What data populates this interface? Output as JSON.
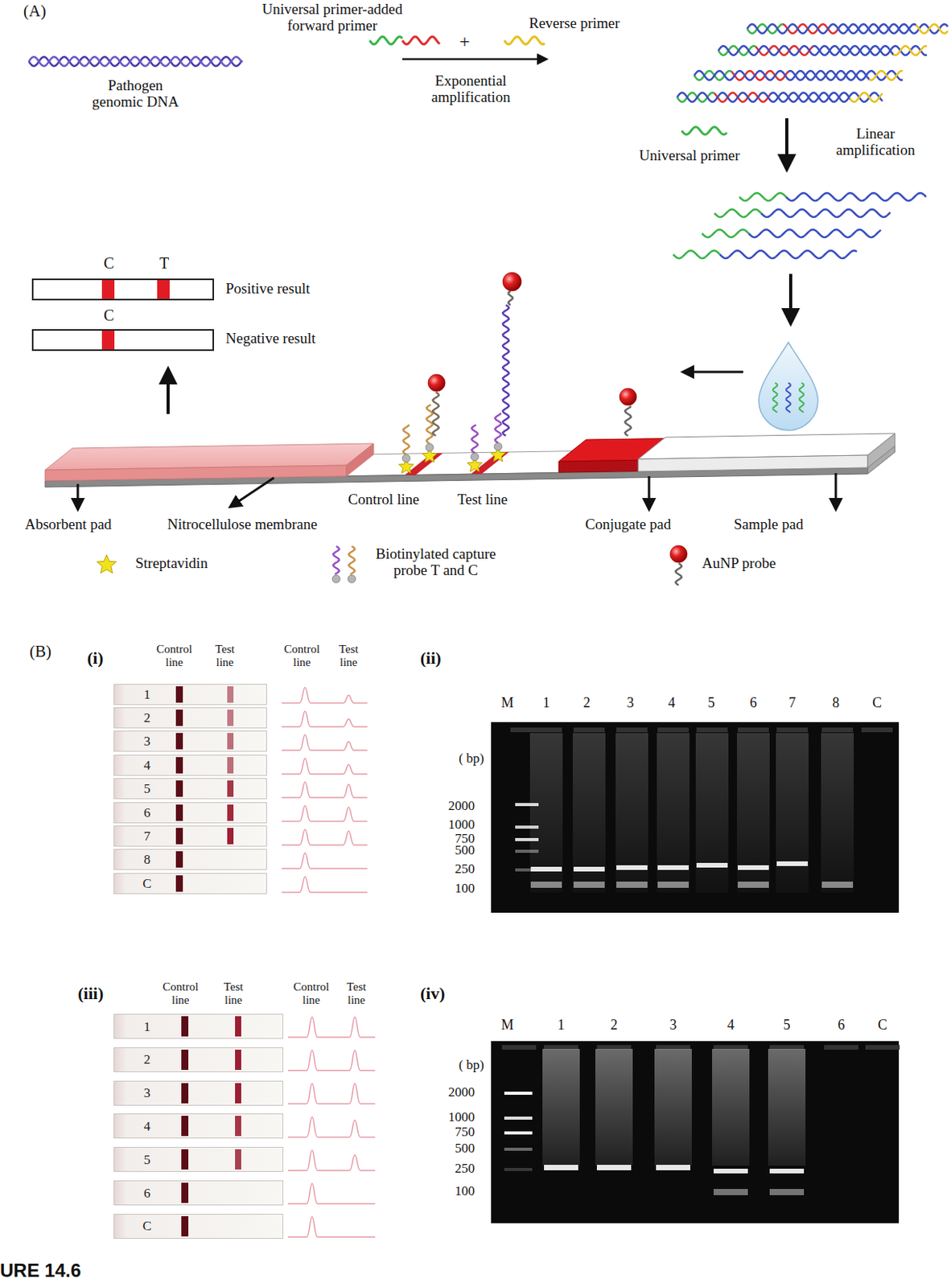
{
  "diagram": {
    "nodes": [
      {
        "text": [
          "1"
        ]
      },
      {
        "text": [
          "2"
        ]
      },
      {
        "text": [
          "3"
        ]
      },
      {
        "text": [
          "4"
        ]
      },
      {
        "text": [
          "5"
        ]
      },
      {
        "text": [
          "6"
        ]
      },
      {
        "text": [
          "7"
        ]
      },
      {
        "text": [
          "8"
        ]
      },
      {
        "text": [
          "C"
        ]
      },
      {
        "text": [
          "1"
        ]
      },
      {
        "text": [
          "2"
        ]
      },
      {
        "text": [
          "3"
        ]
      },
      {
        "text": [
          "4"
        ]
      },
      {
        "text": [
          "5"
        ]
      },
      {
        "text": [
          "6"
        ]
      },
      {
        "text": [
          "C"
        ]
      }
    ],
    "labels": [
      "(A)",
      "Universal primer-added forward primer",
      "+",
      "Reverse primer",
      "Pathogen genomic DNA",
      "Exponential amplification",
      "Universal primer",
      "Linear amplification",
      "C",
      "T",
      "Positive result",
      "C",
      "Negative result",
      "Control line",
      "Test line",
      "Absorbent pad",
      "Nitrocellulose membrane",
      "Conjugate pad",
      "Sample pad",
      "(B)",
      "(i)",
      "Control line",
      "Test line",
      "Control line",
      "Test line",
      "(ii)",
      "M",
      "1",
      "2",
      "3",
      "4",
      "5",
      "6",
      "7",
      "8",
      "C",
      "( bp)",
      "2000",
      "1000",
      "750",
      "500",
      "250",
      "100",
      "(iii)",
      "Control line",
      "Test line",
      "Control line",
      "Test line",
      "(iv)",
      "M",
      "1",
      "2",
      "3",
      "4",
      "5",
      "6",
      "C",
      "( bp)",
      "2000",
      "1000",
      "750",
      "500",
      "250",
      "100",
      "URE 14.6"
    ],
    "legend": [
      {
        "text": "Streptavidin"
      },
      {
        "text": "Biotinylated capture probe T and C"
      },
      {
        "text": "AuNP probe"
      }
    ]
  }
}
